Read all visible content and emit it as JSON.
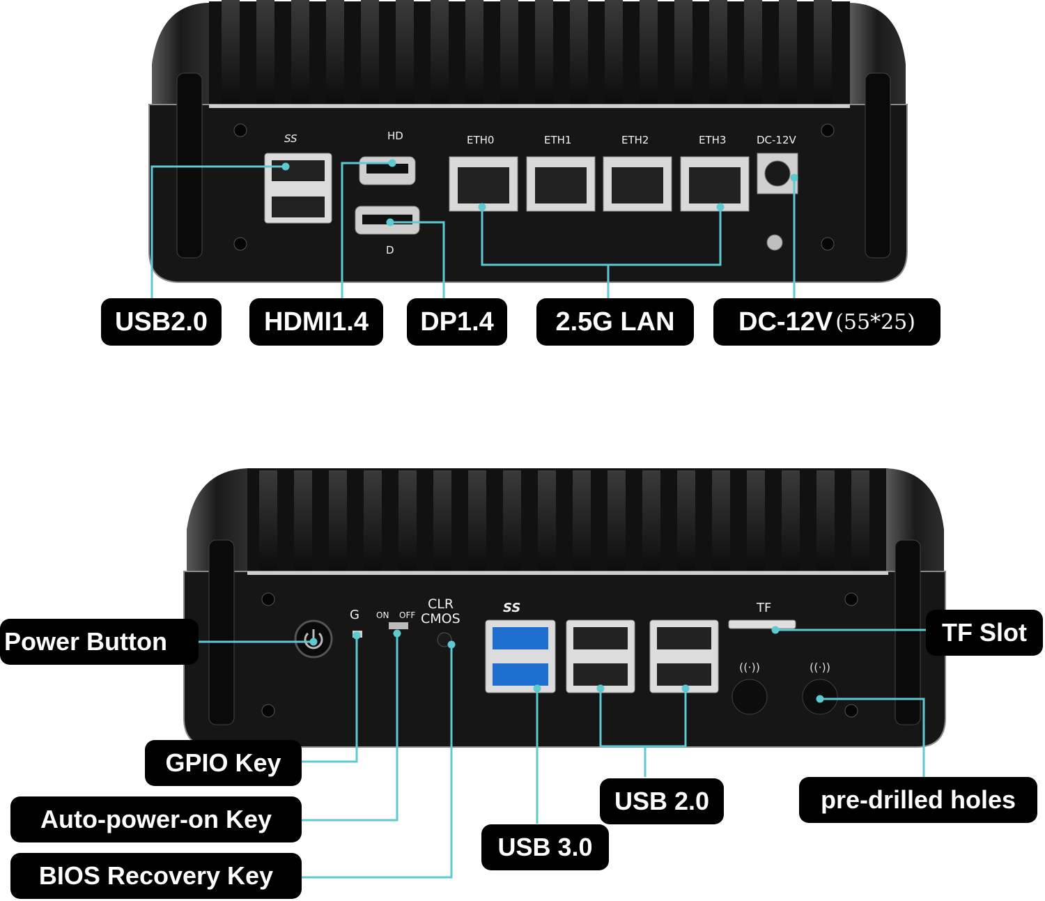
{
  "colors": {
    "leader": "#5ec9d0",
    "label_bg": "#000000",
    "label_text": "#ffffff",
    "case": "#121212"
  },
  "top": {
    "labels": {
      "usb": "USB2.0",
      "hdmi": "HDMI1.4",
      "dp": "DP1.4",
      "lan": "2.5G LAN",
      "dc": "DC-12V",
      "dc_size": "(55*25)"
    },
    "ports": {
      "ss": "SS",
      "eth": [
        "ETH0",
        "ETH1",
        "ETH2",
        "ETH3"
      ],
      "dc": "DC-12V",
      "hd": "HD",
      "dp": "D"
    }
  },
  "bottom": {
    "labels": {
      "power": "Power Button",
      "gpio": "GPIO Key",
      "auto": "Auto-power-on Key",
      "bios": "BIOS Recovery Key",
      "usb3": "USB 3.0",
      "usb2": "USB 2.0",
      "tf": "TF Slot",
      "holes": "pre-drilled holes"
    },
    "ports": {
      "g": "G",
      "on": "ON",
      "off": "OFF",
      "clr": "CLR",
      "cmos": "CMOS",
      "ss": "SS",
      "tf": "TF"
    }
  }
}
